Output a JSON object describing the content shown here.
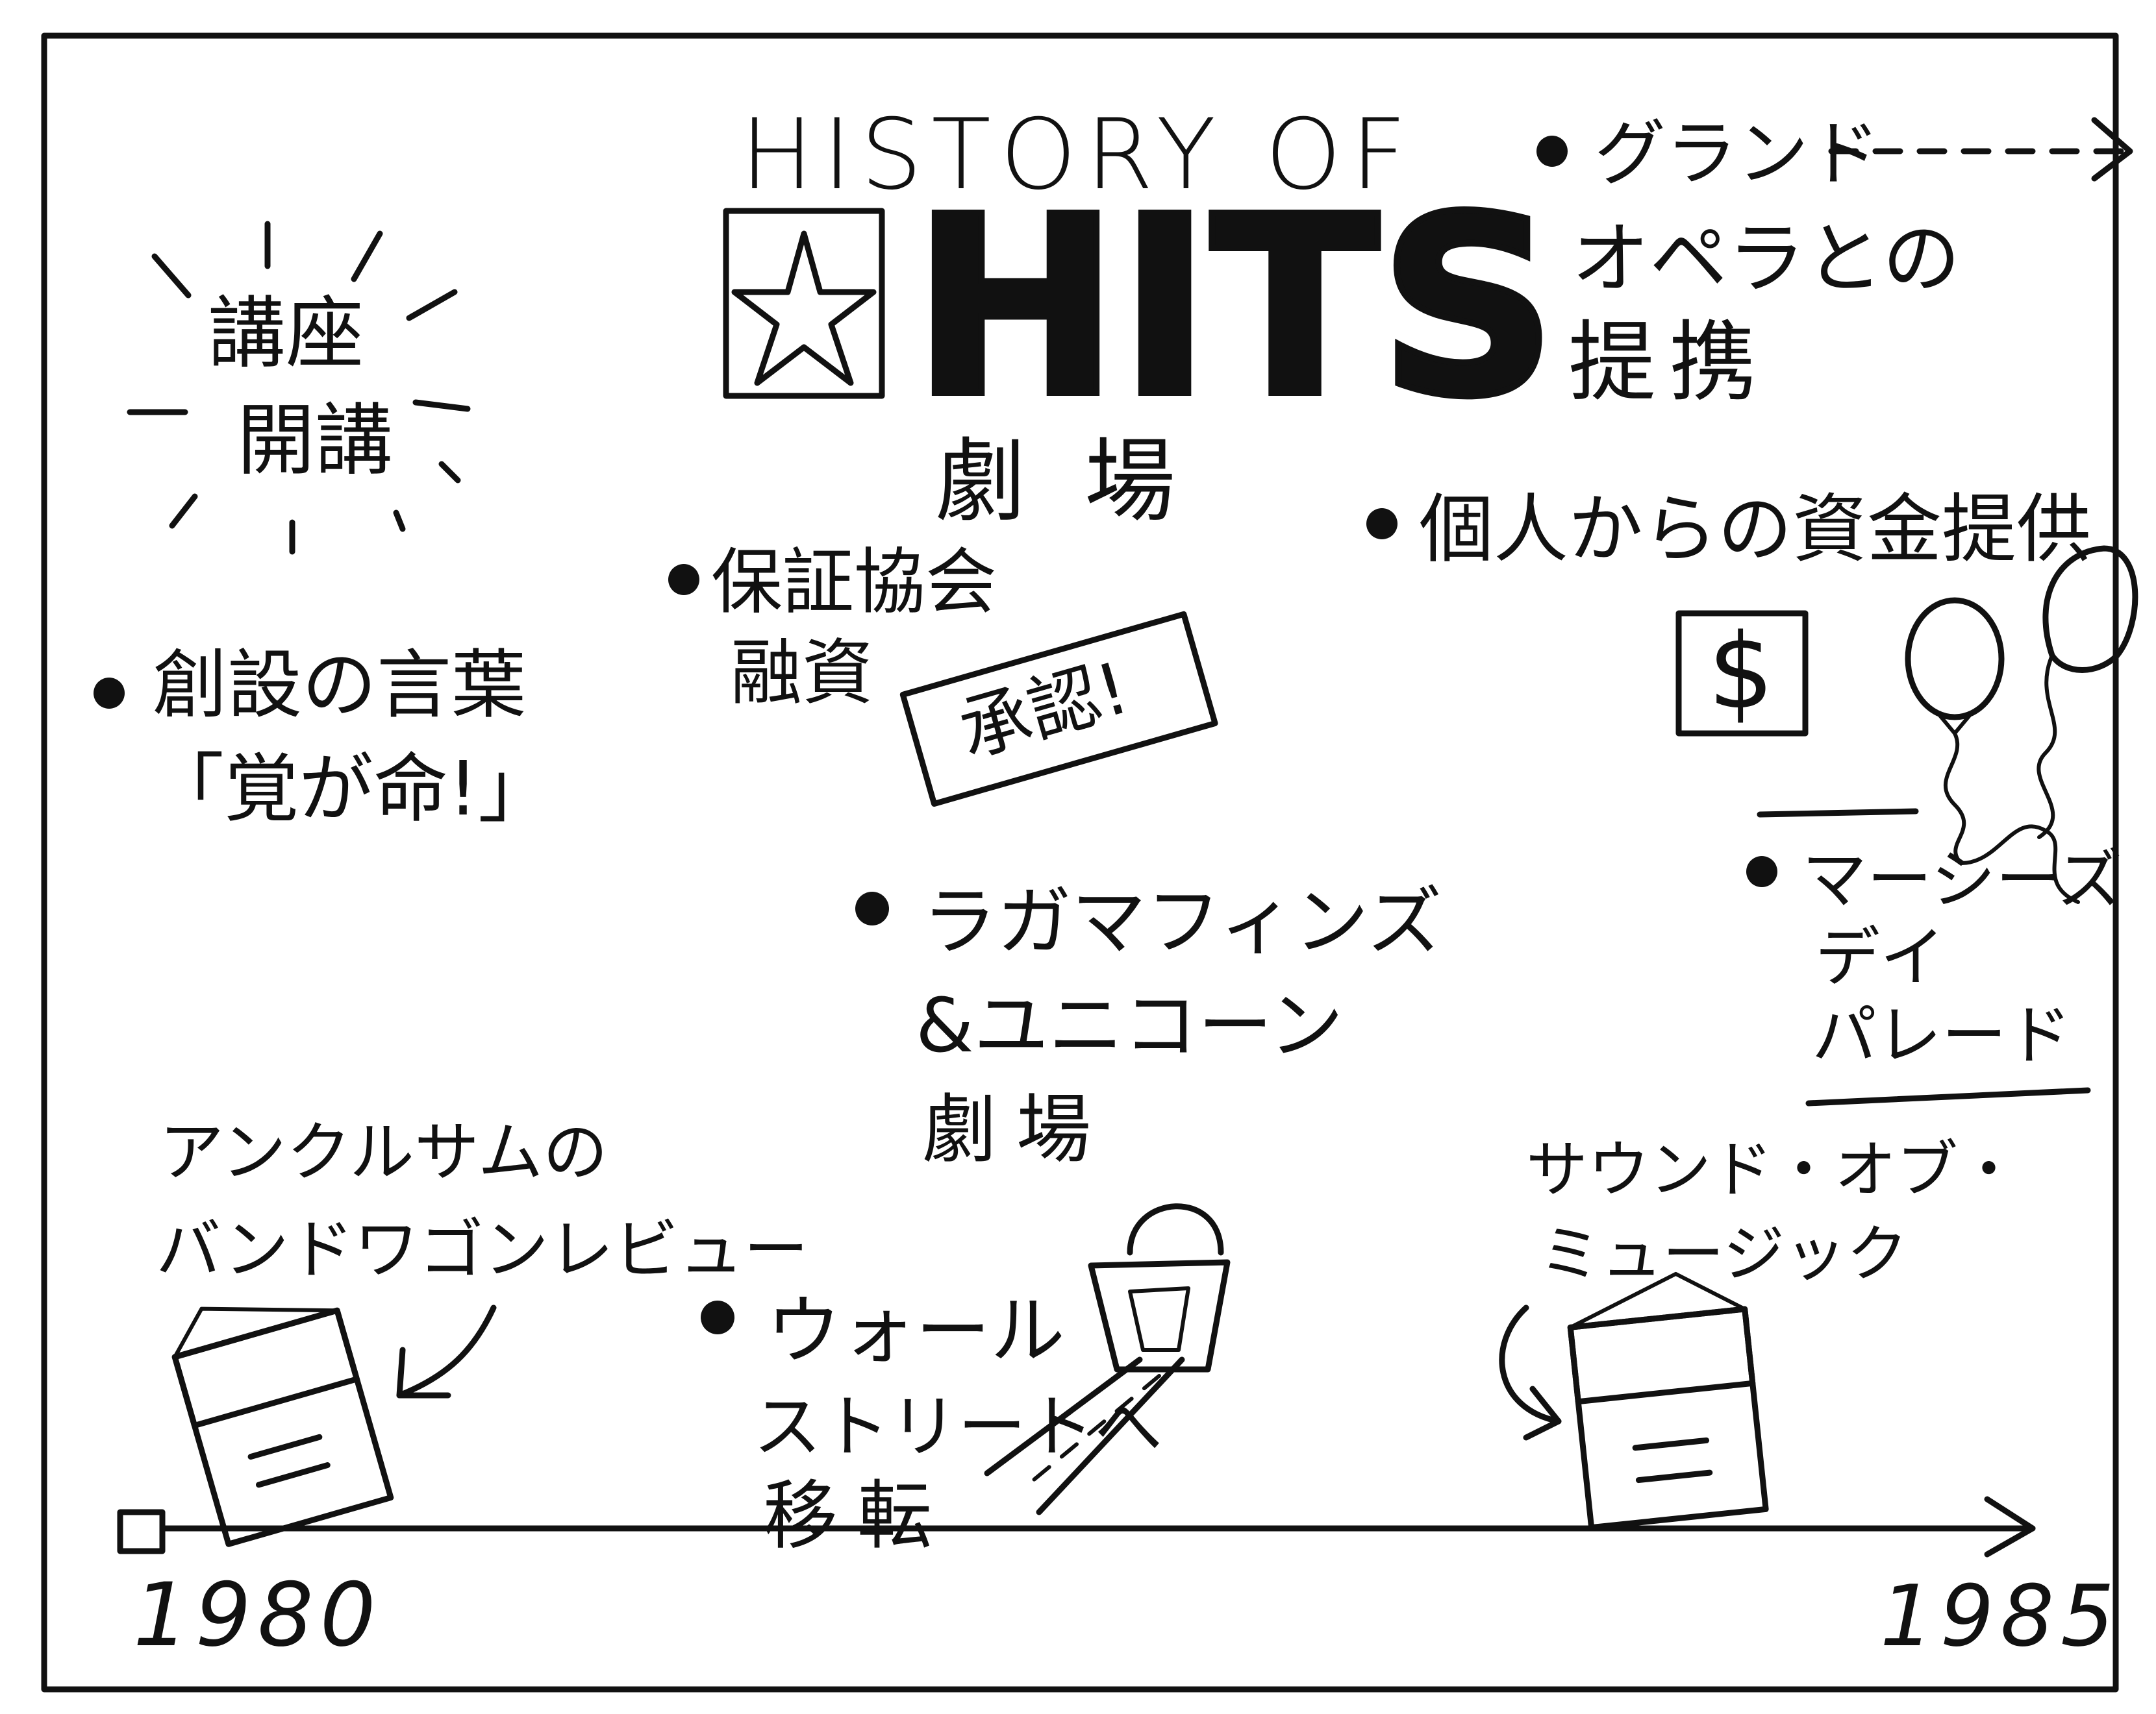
{
  "title": {
    "line1": "HISTORY OF",
    "line2": "HITS",
    "line3": "劇場"
  },
  "burst_label": [
    "講座",
    "開講"
  ],
  "events": {
    "founding_words": [
      "創設の言葉",
      "「覚が命!」"
    ],
    "guarantee": [
      "保証協会",
      "融資"
    ],
    "approved_stamp": "承認!",
    "grand_opera": [
      "グランド",
      "オペラとの",
      "提携"
    ],
    "private_funding": "個人からの資金提供",
    "lagamuffins": [
      "ラガマフィンズ",
      "&ユニコーン",
      "劇場"
    ],
    "macys": [
      "マーシーズ",
      "デイ",
      "パレード"
    ],
    "uncle_sam": [
      "アンクルサムの",
      "バンドワゴンレビュー"
    ],
    "wall_street": [
      "ウォール",
      "ストリートへ",
      "移転"
    ],
    "sound_of_music": [
      "サウンド・オブ・",
      "ミュージック"
    ]
  },
  "timeline": {
    "start_label": "1980",
    "end_label": "1985"
  },
  "icons": {
    "dollar_symbol": "$",
    "star_symbol": "star-icon",
    "balloon": "balloon-icon",
    "book": "book-icon",
    "stadium": "stadium-icon"
  },
  "colors": {
    "ink": "#111111",
    "paper": "#ffffff"
  }
}
